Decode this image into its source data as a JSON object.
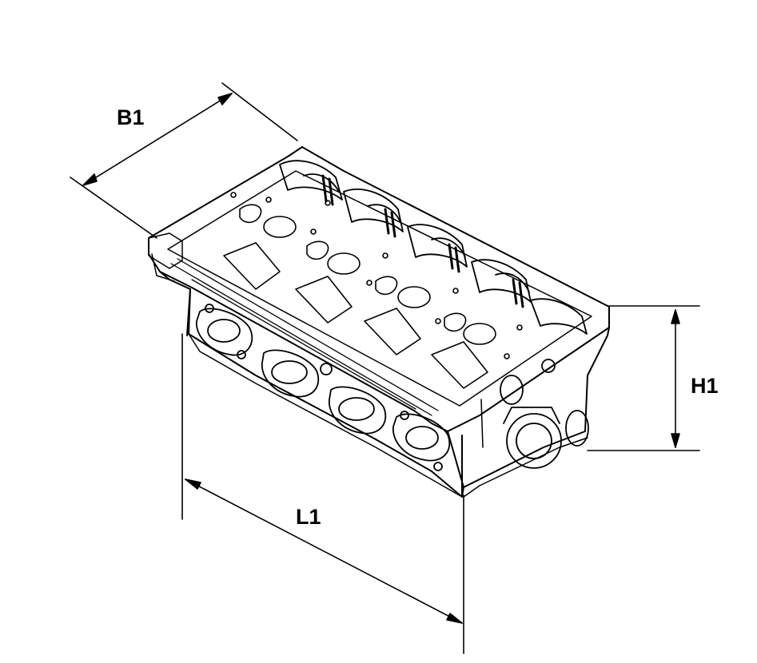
{
  "dimensions": {
    "width_label": "B1",
    "height_label": "H1",
    "length_label": "L1"
  },
  "icons": [
    "cylinder-head-drawing"
  ],
  "colors": {
    "line": "#000000",
    "background": "#ffffff"
  }
}
